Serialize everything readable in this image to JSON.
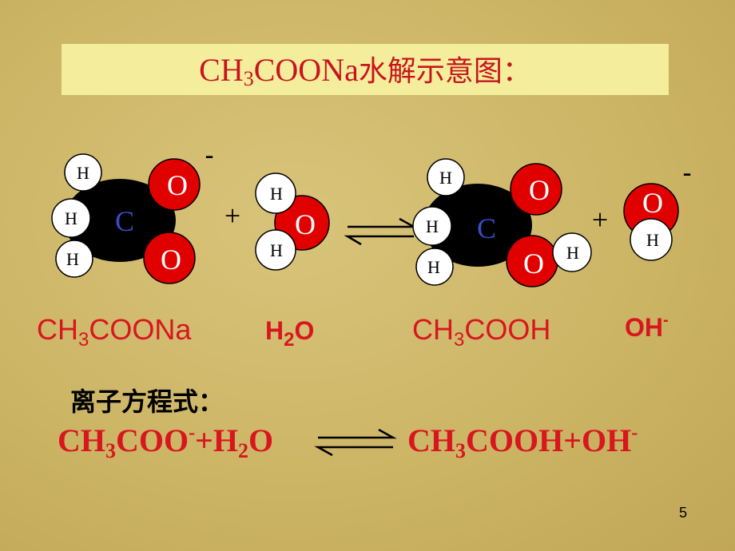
{
  "title": {
    "pre": "CH",
    "sub": "3",
    "post": "COONa",
    "cjk": "水解示意图："
  },
  "molecules": {
    "atom_C": "C",
    "atom_O": "O",
    "atom_H": "H",
    "charge": "-",
    "plus": "+"
  },
  "labels": {
    "acetate": {
      "pre": "CH",
      "sub": "3",
      "post": "COONa"
    },
    "water": {
      "pre": "H",
      "sub": "2",
      "post": "O"
    },
    "acetic_acid": {
      "pre": "CH",
      "sub": "3",
      "post": "COOH"
    },
    "hydroxide": {
      "pre": "OH",
      "sup": "-"
    }
  },
  "equation_heading": "离子方程式：",
  "equation": {
    "l1": "CH",
    "l1_sub": "3",
    "l2": "COO",
    "l2_sup": "-",
    "l3": "+H",
    "l3_sub": "2",
    "l4": "O",
    "r1": "CH",
    "r1_sub": "3",
    "r2": "COOH+OH",
    "r2_sup": "-"
  },
  "page_number": "5",
  "colors": {
    "red": "#e00000",
    "label_red": "#d8161e",
    "title_bg": "#f4ee9c",
    "carbon": "#000000",
    "h_fill": "#ffffff",
    "c_text": "#3a4cc8"
  }
}
